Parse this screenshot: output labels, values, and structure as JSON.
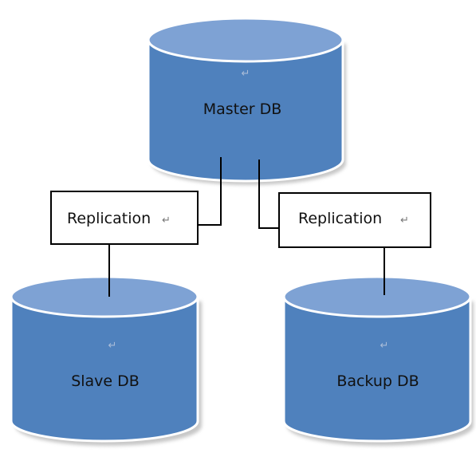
{
  "colors": {
    "cylinder_body": "#4f81bd",
    "cylinder_top": "#7ea2d4",
    "cylinder_outline": "#ffffff",
    "shadow": "#9a9a9a",
    "connector": "#000000"
  },
  "nodes": {
    "master": {
      "label": "Master DB",
      "mark": "↵"
    },
    "slave": {
      "label": "Slave DB",
      "mark": "↵"
    },
    "backup": {
      "label": "Backup DB",
      "mark": "↵"
    }
  },
  "replication": {
    "left": {
      "label": "Replication",
      "mark": "↵"
    },
    "right": {
      "label": "Replication",
      "mark": "↵"
    }
  }
}
